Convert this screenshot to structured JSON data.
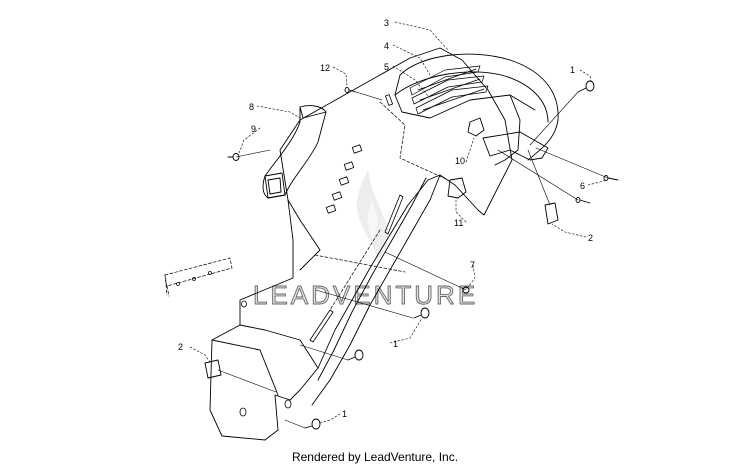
{
  "callouts": [
    {
      "id": "1",
      "label": "1"
    },
    {
      "id": "2",
      "label": "2"
    },
    {
      "id": "3",
      "label": "3"
    },
    {
      "id": "4",
      "label": "4"
    },
    {
      "id": "5",
      "label": "5"
    },
    {
      "id": "6",
      "label": "6"
    },
    {
      "id": "7",
      "label": "7"
    },
    {
      "id": "8",
      "label": "8"
    },
    {
      "id": "9",
      "label": "9"
    },
    {
      "id": "10",
      "label": "10"
    },
    {
      "id": "11",
      "label": "11"
    },
    {
      "id": "12",
      "label": "12"
    }
  ],
  "watermark": "LEADVENTURE",
  "footer": "Rendered by LeadVenture, Inc."
}
